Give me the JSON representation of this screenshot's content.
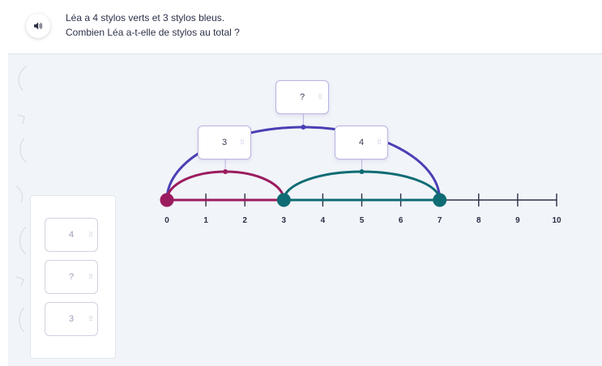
{
  "question": {
    "line1": "Léa a 4 stylos verts et 3 stylos bleus.",
    "line2": "Combien Léa a-t-elle de stylos au total ?",
    "audio_icon": "speaker-icon"
  },
  "number_line": {
    "min": 0,
    "max": 10,
    "ticks": [
      "0",
      "1",
      "2",
      "3",
      "4",
      "5",
      "6",
      "7",
      "8",
      "9",
      "10"
    ],
    "points": [
      0,
      3,
      7
    ],
    "arcs": [
      {
        "from": 0,
        "to": 3,
        "color": "#9b1b5f",
        "label": "3"
      },
      {
        "from": 3,
        "to": 7,
        "color": "#0f6c74",
        "label": "4"
      },
      {
        "from": 0,
        "to": 7,
        "color": "#4a3fb5",
        "label": "?"
      }
    ],
    "colors": {
      "line": "#2b2f45",
      "first_segment": "#9b1b5f",
      "second_segment": "#0f6c74",
      "total": "#4a3fb5"
    }
  },
  "answer_cards": [
    "4",
    "?",
    "3"
  ]
}
